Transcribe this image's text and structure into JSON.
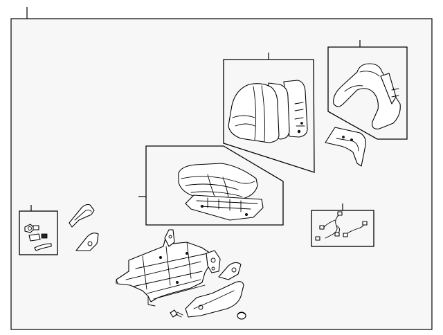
{
  "diagram": {
    "background_color": "#f7f7f7",
    "line_color": "#000000",
    "parts": [
      "seat-assembly",
      "seat-back-cover-assembly",
      "headrest-trim",
      "recliner-cover",
      "seat-cushion-assembly",
      "seat-track-frame",
      "side-shield",
      "hinge-cover-left",
      "hinge-cover-lower",
      "hinge-cover-right",
      "screw",
      "knob",
      "wire-harness",
      "fastener-kit"
    ]
  }
}
